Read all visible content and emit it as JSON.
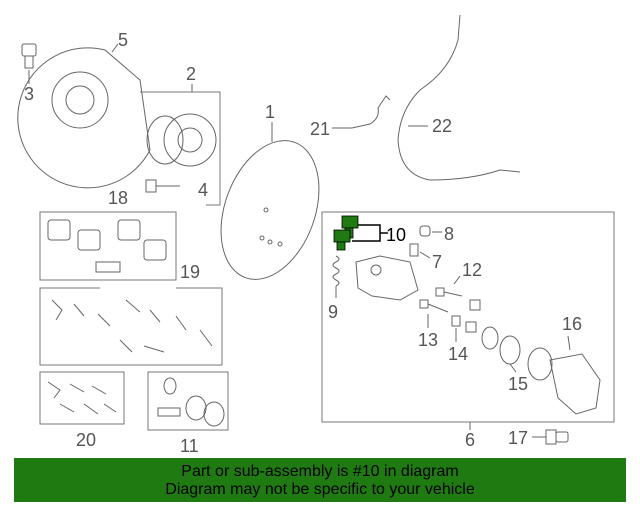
{
  "callouts": {
    "c1": "1",
    "c2": "2",
    "c3": "3",
    "c4": "4",
    "c5": "5",
    "c6": "6",
    "c7": "7",
    "c8": "8",
    "c9": "9",
    "c10": "10",
    "c11": "11",
    "c12": "12",
    "c13": "13",
    "c14": "14",
    "c15": "15",
    "c16": "16",
    "c17": "17",
    "c18": "18",
    "c19": "19",
    "c20": "20",
    "c21": "21",
    "c22": "22"
  },
  "highlight_color": "#1f7a12",
  "footer": {
    "line1": "Part or sub-assembly is #10 in diagram",
    "line2": "Diagram may not be specific to your vehicle"
  }
}
